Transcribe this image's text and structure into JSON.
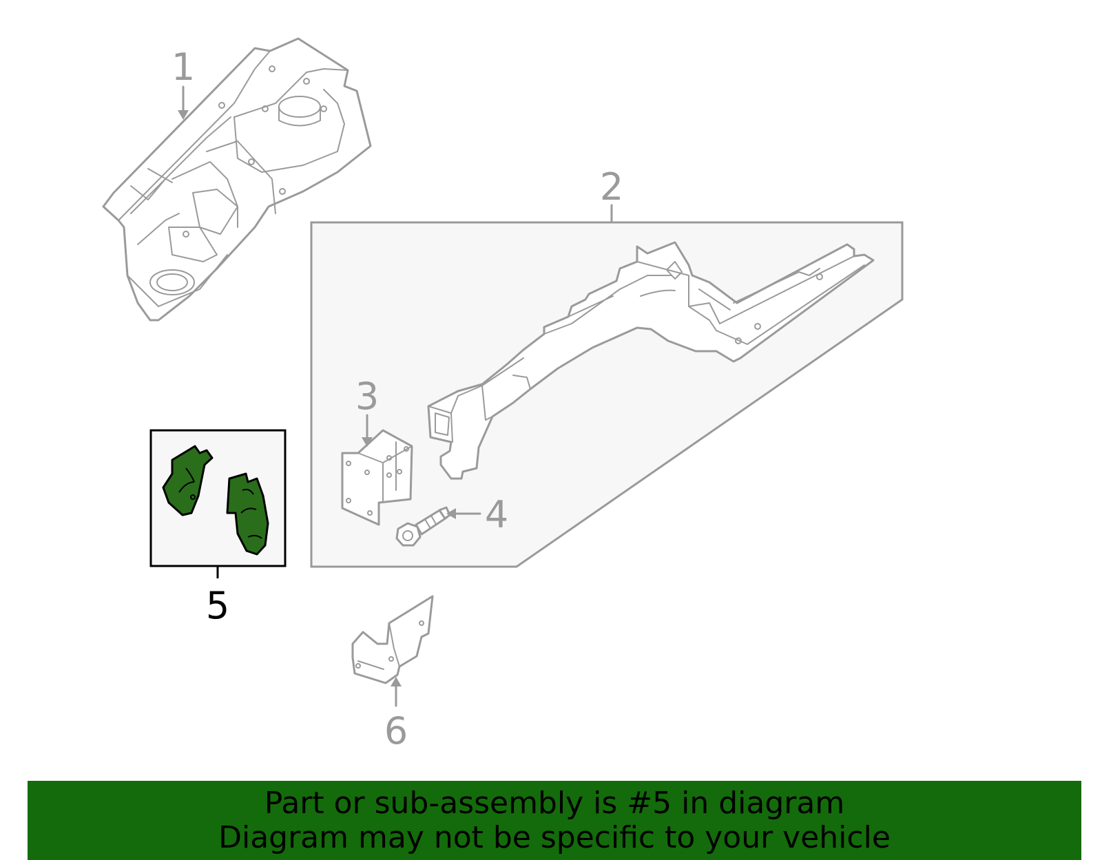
{
  "callouts": {
    "c1": "1",
    "c2": "2",
    "c3": "3",
    "c4": "4",
    "c5": "5",
    "c6": "6"
  },
  "banner": {
    "line1": "Part or sub-assembly is #5 in diagram",
    "line2": "Diagram may not be specific to your vehicle"
  },
  "colors": {
    "highlight_part": "#2a6e1c",
    "banner_background": "#146b0b",
    "line_art": "#9a9a9a"
  }
}
